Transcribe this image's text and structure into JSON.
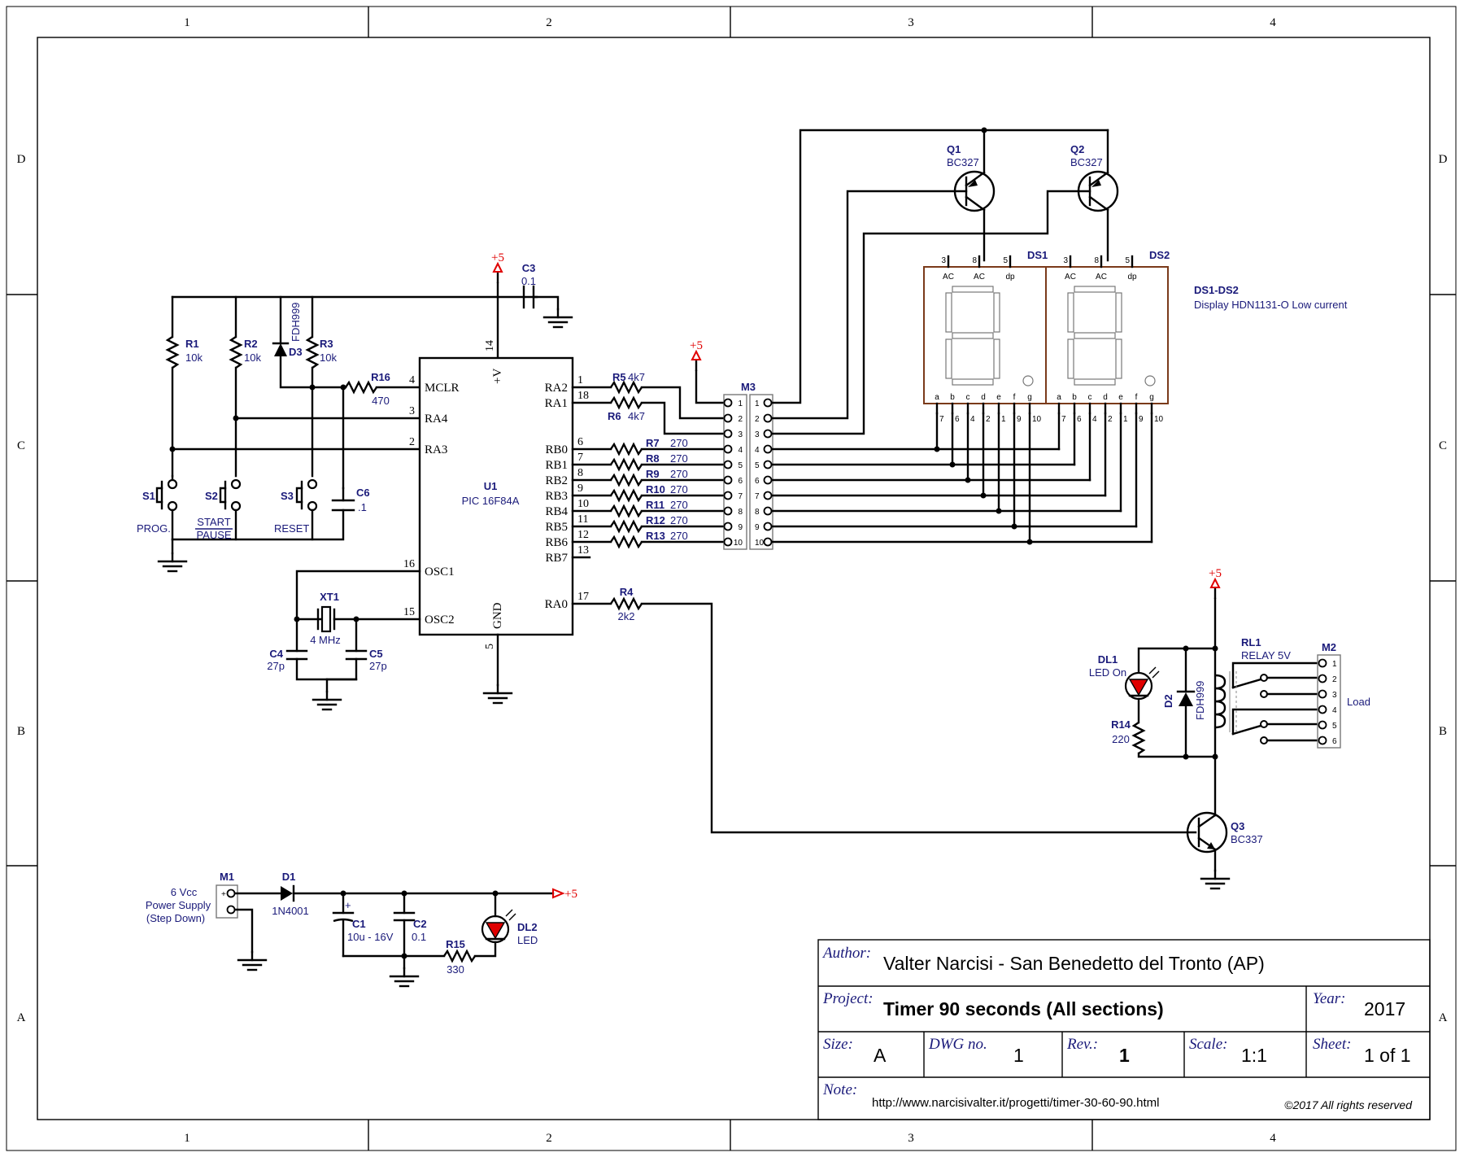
{
  "grid": {
    "columns": [
      "1",
      "2",
      "3",
      "4"
    ],
    "rows": [
      "D",
      "C",
      "B",
      "A"
    ]
  },
  "power": {
    "vcc": "+5"
  },
  "components": {
    "u1": {
      "ref": "U1",
      "value": "PIC 16F84A",
      "pins_left": [
        {
          "name": "MCLR",
          "num": "4"
        },
        {
          "name": "RA4",
          "num": "3"
        },
        {
          "name": "RA3",
          "num": "2"
        },
        {
          "name": "OSC1",
          "num": "16"
        },
        {
          "name": "OSC2",
          "num": "15"
        }
      ],
      "pins_right": [
        {
          "name": "RA2",
          "num": "1"
        },
        {
          "name": "RA1",
          "num": "18"
        },
        {
          "name": "RB0",
          "num": "6"
        },
        {
          "name": "RB1",
          "num": "7"
        },
        {
          "name": "RB2",
          "num": "8"
        },
        {
          "name": "RB3",
          "num": "9"
        },
        {
          "name": "RB4",
          "num": "10"
        },
        {
          "name": "RB5",
          "num": "11"
        },
        {
          "name": "RB6",
          "num": "12"
        },
        {
          "name": "RB7",
          "num": "13"
        },
        {
          "name": "RA0",
          "num": "17"
        }
      ],
      "pin_top": {
        "name": "+V",
        "num": "14"
      },
      "pin_bottom": {
        "name": "GND",
        "num": "5"
      }
    },
    "r1": {
      "ref": "R1",
      "value": "10k"
    },
    "r2": {
      "ref": "R2",
      "value": "10k"
    },
    "r3": {
      "ref": "R3",
      "value": "10k"
    },
    "d3": {
      "ref": "D3",
      "value": "FDH999"
    },
    "r16": {
      "ref": "R16",
      "value": "470"
    },
    "c3": {
      "ref": "C3",
      "value": "0.1"
    },
    "c6": {
      "ref": "C6",
      "value": ".1"
    },
    "s1": {
      "ref": "S1",
      "label": "PROG."
    },
    "s2": {
      "ref": "S2",
      "label_top": "START",
      "label_bottom": "PAUSE"
    },
    "s3": {
      "ref": "S3",
      "label": "RESET"
    },
    "xt1": {
      "ref": "XT1",
      "value": "4 MHz"
    },
    "c4": {
      "ref": "C4",
      "value": "27p"
    },
    "c5": {
      "ref": "C5",
      "value": "27p"
    },
    "r5": {
      "ref": "R5",
      "value": "4k7"
    },
    "r6": {
      "ref": "R6",
      "value": "4k7"
    },
    "rb_resistors": [
      {
        "ref": "R7",
        "value": "270"
      },
      {
        "ref": "R8",
        "value": "270"
      },
      {
        "ref": "R9",
        "value": "270"
      },
      {
        "ref": "R10",
        "value": "270"
      },
      {
        "ref": "R11",
        "value": "270"
      },
      {
        "ref": "R12",
        "value": "270"
      },
      {
        "ref": "R13",
        "value": "270"
      }
    ],
    "r4": {
      "ref": "R4",
      "value": "2k2"
    },
    "m3": {
      "ref": "M3",
      "pins": [
        "1",
        "2",
        "3",
        "4",
        "5",
        "6",
        "7",
        "8",
        "9",
        "10"
      ]
    },
    "q1": {
      "ref": "Q1",
      "value": "BC327"
    },
    "q2": {
      "ref": "Q2",
      "value": "BC327"
    },
    "ds1": {
      "ref": "DS1"
    },
    "ds2": {
      "ref": "DS2"
    },
    "display": {
      "ref": "DS1-DS2",
      "value": "Display HDN1131-O Low current",
      "top_pins": [
        "3",
        "8",
        "5"
      ],
      "top_labels": [
        "AC",
        "AC",
        "dp"
      ],
      "bottom_labels": [
        "a",
        "b",
        "c",
        "d",
        "e",
        "f",
        "g"
      ],
      "bottom_pins": [
        "7",
        "6",
        "4",
        "2",
        "1",
        "9",
        "10"
      ]
    },
    "rl1": {
      "ref": "RL1",
      "value": "RELAY 5V"
    },
    "m2": {
      "ref": "M2",
      "pins": [
        "1",
        "2",
        "3",
        "4",
        "5",
        "6"
      ],
      "label": "Load"
    },
    "dl1": {
      "ref": "DL1",
      "value": "LED On"
    },
    "r14": {
      "ref": "R14",
      "value": "220"
    },
    "d2": {
      "ref": "D2",
      "value": "FDH999"
    },
    "q3": {
      "ref": "Q3",
      "value": "BC337"
    },
    "m1": {
      "ref": "M1",
      "pin_plus": "+",
      "label": [
        "6 Vcc",
        "Power Supply",
        "(Step Down)"
      ]
    },
    "d1": {
      "ref": "D1",
      "value": "1N4001"
    },
    "c1": {
      "ref": "C1",
      "value": "10u - 16V"
    },
    "c2": {
      "ref": "C2",
      "value": "0.1"
    },
    "r15": {
      "ref": "R15",
      "value": "330"
    },
    "dl2": {
      "ref": "DL2",
      "value": "LED"
    }
  },
  "title_block": {
    "author_label": "Author:",
    "author": "Valter Narcisi - San Benedetto del Tronto (AP)",
    "project_label": "Project:",
    "project": "Timer 90 seconds (All sections)",
    "year_label": "Year:",
    "year": "2017",
    "size_label": "Size:",
    "size": "A",
    "dwg_label": "DWG no.",
    "dwg": "1",
    "rev_label": "Rev.:",
    "rev": "1",
    "scale_label": "Scale:",
    "scale": "1:1",
    "sheet_label": "Sheet:",
    "sheet": "1 of 1",
    "note_label": "Note:",
    "note": "http://www.narcisivalter.it/progetti/timer-30-60-90.html",
    "copyright": "©2017 All rights reserved"
  }
}
